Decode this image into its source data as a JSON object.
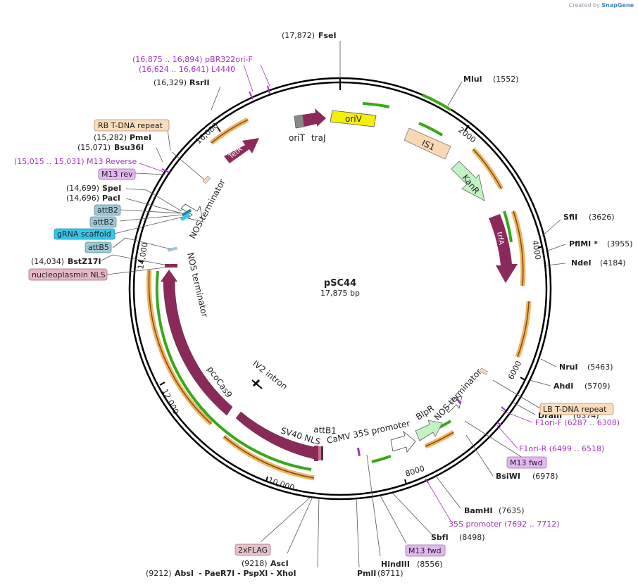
{
  "credit": {
    "prefix": "Created by",
    "brand": "SnapGene"
  },
  "plasmid": {
    "name": "pSC44",
    "length": "17,875 bp"
  },
  "ticks": [
    "2000",
    "4000",
    "6000",
    "8000",
    "10,000",
    "12,000",
    "14,000",
    "16,000"
  ],
  "sites": {
    "fsei": {
      "pos": "(17,872)",
      "name": "FseI"
    },
    "mlui": {
      "pos": "(1552)",
      "name": "MluI"
    },
    "sfii": {
      "pos": "(3626)",
      "name": "SfiI"
    },
    "pflmi": {
      "pos": "(3955)",
      "name": "PflMI *"
    },
    "ndei": {
      "pos": "(4184)",
      "name": "NdeI"
    },
    "nrui": {
      "pos": "(5463)",
      "name": "NruI"
    },
    "ahdi": {
      "pos": "(5709)",
      "name": "AhdI"
    },
    "draiii": {
      "pos": "(6374)",
      "name": "DraIII"
    },
    "bsiwi": {
      "pos": "(6978)",
      "name": "BsiWI"
    },
    "bamhi": {
      "pos": "(7635)",
      "name": "BamHI"
    },
    "sbfi": {
      "pos": "(8498)",
      "name": "SbfI"
    },
    "hindiii": {
      "pos": "(8556)",
      "name": "HindIII"
    },
    "pmli": {
      "pos": "(8711)",
      "name": "PmlI"
    },
    "asci": {
      "pos": "(9218)",
      "name": "AscI"
    },
    "absi": {
      "pos": "(9212)",
      "name": "AbsI",
      "extra": "- PaeR7I - PspXI - XhoI"
    },
    "bstz17i": {
      "pos": "(14,034)",
      "name": "BstZ17I"
    },
    "paci": {
      "pos": "(14,696)",
      "name": "PacI"
    },
    "spei": {
      "pos": "(14,699)",
      "name": "SpeI"
    },
    "bsu36i": {
      "pos": "(15,071)",
      "name": "Bsu36I"
    },
    "pmei": {
      "pos": "(15,282)",
      "name": "PmeI"
    },
    "rsrii": {
      "pos": "(16,329)",
      "name": "RsrII"
    }
  },
  "primers": {
    "pbr322": "(16,875 .. 16,894)  pBR322ori-F",
    "l4440": "(16,624 .. 16,641)  L4440",
    "m13rev_range": "(15,015 .. 15,031)  M13 Reverse",
    "f1orif": "F1ori-F    (6287 .. 6308)",
    "f1orir": "F1ori-R    (6499 .. 6518)",
    "p35s": "35S promoter    (7692 .. 7712)"
  },
  "boxes": {
    "rb_tdna": "RB T-DNA repeat",
    "m13_rev": "M13 rev",
    "attb2_a": "attB2",
    "attb2_b": "attB2",
    "grna": "gRNA scaffold",
    "attb5": "attB5",
    "nls": "nucleoplasmin NLS",
    "lb_tdna": "LB T-DNA repeat",
    "m13fwd_a": "M13 fwd",
    "m13fwd_b": "M13 fwd",
    "flag": "2xFLAG"
  },
  "features": {
    "oriv": "oriV",
    "orit": "oriT",
    "traj": "traJ",
    "is1": "IS1",
    "kanr": "KanR",
    "trfa": "trfA",
    "tetr": "TetR",
    "nos_top": "NOS terminator",
    "nos_left": "NOS terminator",
    "nos_right": "NOS terminator",
    "pcocas9": "pcoCas9",
    "iv2": "IV2 intron",
    "sv40": "SV40 NLS",
    "attb1": "attB1",
    "camv": "CaMV 35S promoter",
    "blpr": "BlpR"
  },
  "colors": {
    "cas9": "#8b2a5a",
    "orf_green": "#38a81c",
    "orf_orange": "#f1b35d",
    "oriv": "#f5f00a",
    "is1": "#fbd8b4",
    "kanr": "#c2f3c2",
    "primer": "#a233c4",
    "grna": "#33c7ee",
    "attb": "#9ec8d6",
    "nls_box": "#e7b6c8",
    "m13_box": "#e4b7f0",
    "flag_box": "#e6c2c8",
    "rb_box": "#fbdcbc"
  }
}
